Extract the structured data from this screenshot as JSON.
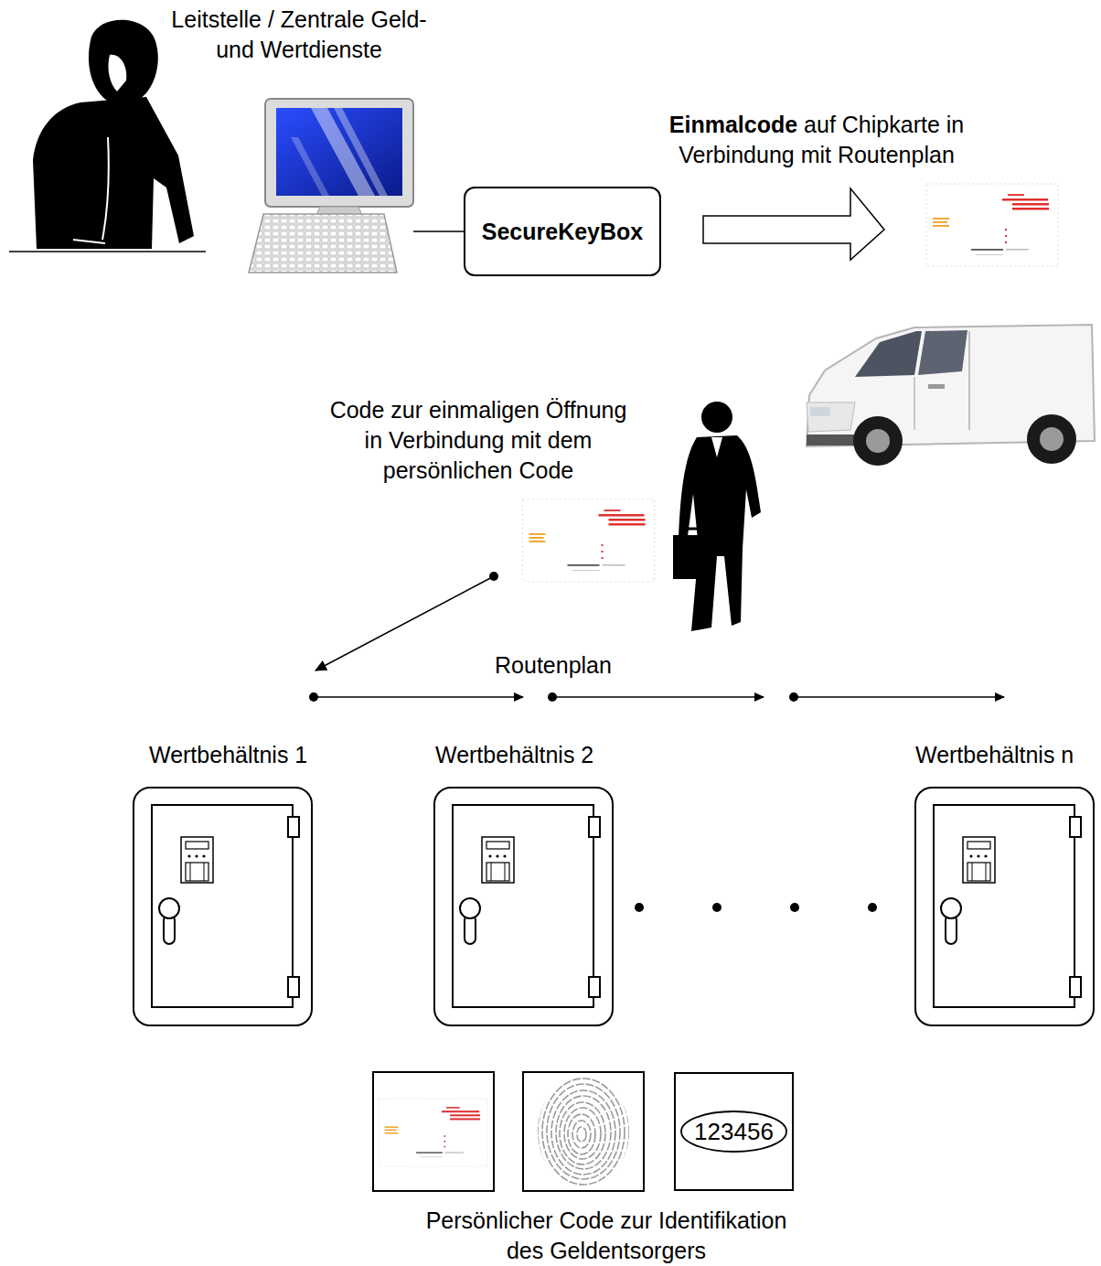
{
  "diagram": {
    "nodes": [
      {
        "text": [
          "SecureKeyBox"
        ]
      },
      {
        "text": [
          "Wertbehältnis 1"
        ]
      },
      {
        "text": [
          "Wertbehältnis 2"
        ]
      },
      {
        "text": [
          "Wertbehältnis n"
        ]
      },
      {
        "text": [
          "123456"
        ]
      }
    ],
    "labels": [
      "Leitstelle / Zentrale Geld-und Wertdienste",
      "Einmalcode",
      "auf Chipkarte in Verbindung mit Routenplan",
      "Code zur einmaligen Öffnung in Verbindung mit dem persönlichen Code",
      "Routenplan",
      "Persönlicher Code zur Identifikation des Geldentsorgers"
    ]
  }
}
